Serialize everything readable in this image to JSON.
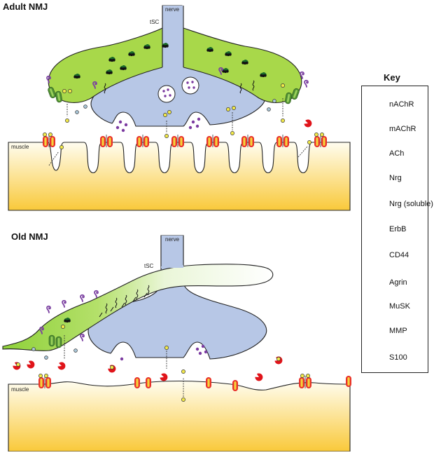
{
  "panels": {
    "adult": {
      "title": "Adult NMJ",
      "nerve_label": "nerve",
      "tsc_label": "tSC",
      "muscle_label": "muscle"
    },
    "old": {
      "title": "Old NMJ",
      "nerve_label": "nerve",
      "tsc_label": "tSC",
      "muscle_label": "muscle"
    }
  },
  "key": {
    "title": "Key",
    "items": [
      {
        "label": "nAChR",
        "icon": "nachr-icon"
      },
      {
        "label": "mAChR",
        "icon": "machr-icon"
      },
      {
        "label": "ACh",
        "icon": "ach-icon"
      },
      {
        "label": "Nrg",
        "icon": "nrg-icon"
      },
      {
        "label": "Nrg (soluble)",
        "icon": "nrg-soluble-icon"
      },
      {
        "label": "ErbB",
        "icon": "erbb-icon"
      },
      {
        "label": "CD44",
        "icon": "cd44-icon"
      },
      {
        "label": "Agrin",
        "icon": "agrin-icon"
      },
      {
        "label": "MuSK",
        "icon": "musk-icon"
      },
      {
        "label": "MMP",
        "icon": "mmp-icon"
      },
      {
        "label": "S100",
        "icon": "s100-icon"
      }
    ]
  },
  "colors": {
    "nerve": "#b7c7e6",
    "tsc": "#a8d84a",
    "muscle_top": "#fff4c4",
    "muscle_bottom": "#f9c93a",
    "nachr_outer": "#e8302a",
    "nachr_inner": "#f6d33a",
    "machr": "#5a9a3a",
    "ach": "#7b3aa0",
    "agrin": "#f1e84a",
    "nrg_soluble": "#a9c7d9",
    "mmp": "#e0141a",
    "cd44": "#7a3fa0"
  }
}
